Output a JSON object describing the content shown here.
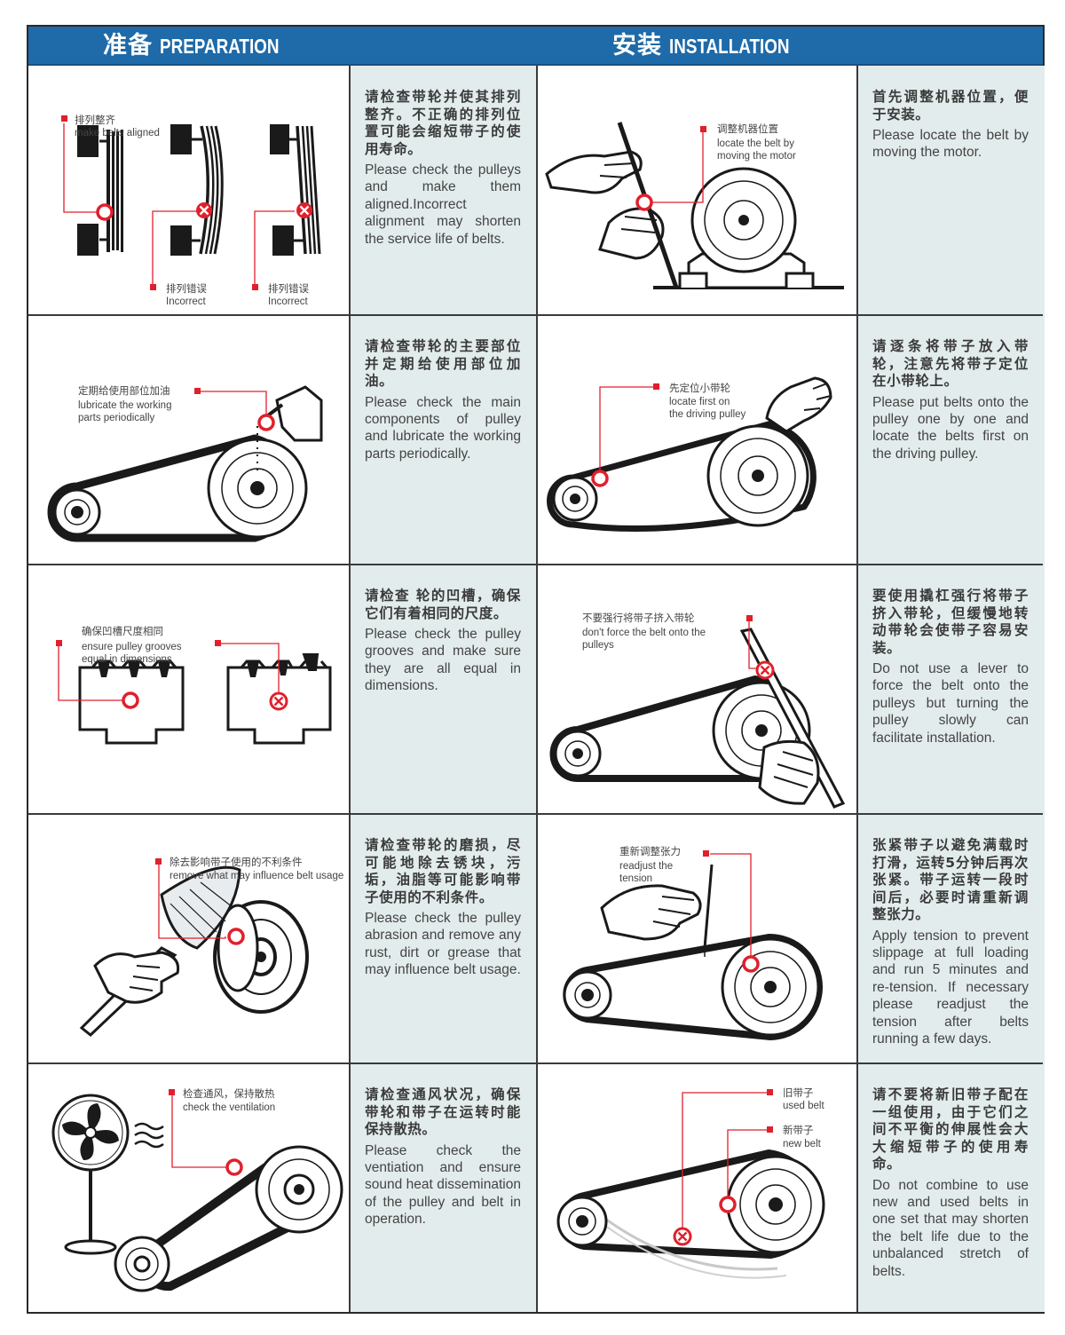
{
  "header": {
    "left_cn": "准备",
    "left_en": "PREPARATION",
    "right_cn": "安装",
    "right_en": "INSTALLATION"
  },
  "colors": {
    "header_bg": "#1f6aa8",
    "text_panel_bg": "#e3ecec",
    "marker_red": "#e0202c",
    "ink": "#1a1a1a"
  },
  "preparation": [
    {
      "cn": "请检查带轮并使其排列整齐。不正确的排列位置可能会缩短带子的使用寿命。",
      "en": "Please check the pulleys and make them aligned.Incorrect alignment may shorten the service life of belts.",
      "labels": [
        {
          "cn": "排列整齐",
          "en": "make belts aligned"
        },
        {
          "cn": "排列错误",
          "en": "Incorrect"
        },
        {
          "cn": "排列错误",
          "en": "Incorrect"
        }
      ]
    },
    {
      "cn": "请检查带轮的主要部位并定期给使用部位加油。",
      "en": "Please check the main components of pulley and lubricate the working parts periodically.",
      "labels": [
        {
          "cn": "定期给使用部位加油",
          "en1": "lubricate the working",
          "en2": "parts periodically"
        }
      ]
    },
    {
      "cn": "请检查 轮的凹槽，确保它们有着相同的尺度。",
      "en": "Please check the pulley grooves and make sure they are all equal in dimensions.",
      "labels": [
        {
          "cn": "确保凹槽尺度相同",
          "en1": "ensure pulley grooves",
          "en2": "equal in dimensions"
        }
      ]
    },
    {
      "cn": "请检查带轮的磨损，尽可能地除去锈块，污垢，油脂等可能影响带子使用的不利条件。",
      "en": "Please check the pulley abrasion and remove any rust, dirt or grease that may influence belt usage.",
      "labels": [
        {
          "cn": "除去影响带子使用的不利条件",
          "en": "remove what may influence belt usage"
        }
      ]
    },
    {
      "cn": "请检查通风状况，确保带轮和带子在运转时能保持散热。",
      "en": "Please check the ventiation and ensure sound heat dissemination of the pulley and belt in operation.",
      "labels": [
        {
          "cn": "检查通风，保持散热",
          "en": "check the ventilation"
        }
      ]
    }
  ],
  "installation": [
    {
      "cn": "首先调整机器位置，便于安装。",
      "en": "Please locate the belt by moving the motor.",
      "labels": [
        {
          "cn": "调整机器位置",
          "en1": "locate the belt by",
          "en2": "moving the motor"
        }
      ]
    },
    {
      "cn": "请逐条将带子放入带轮，注意先将带子定位在小带轮上。",
      "en": "Please put belts onto the pulley one by one and locate the belts first on the driving pulley.",
      "labels": [
        {
          "cn": "先定位小带轮",
          "en1": "locate first on",
          "en2": "the driving pulley"
        }
      ]
    },
    {
      "cn": "要使用撬杠强行将带子挤入带轮，但缓慢地转动带轮会使带子容易安装。",
      "en": "Do not use a lever to force the belt onto the pulleys but turning the pulley slowly can facilitate installation.",
      "labels": [
        {
          "cn": "不要强行将带子挤入带轮",
          "en1": "don't force the belt onto the",
          "en2": "pulleys"
        }
      ]
    },
    {
      "cn": "张紧带子以避免满载时打滑，运转5分钟后再次张紧。带子运转一段时间后，必要时请重新调整张力。",
      "en": "Apply tension to prevent slippage at full loading and run 5 minutes and re-tension. If necessary please readjust the tension after belts running a few days.",
      "labels": [
        {
          "cn": "重新调整张力",
          "en1": "readjust the",
          "en2": "tension"
        }
      ]
    },
    {
      "cn": "请不要将新旧带子配在一组使用，由于它们之间不平衡的伸展性会大大缩短带子的使用寿命。",
      "en": "Do not combine to use new and used belts in one set that may shorten the belt life due to the unbalanced stretch of belts.",
      "labels": [
        {
          "cn": "旧带子",
          "en": "used belt"
        },
        {
          "cn": "新带子",
          "en": "new belt"
        }
      ]
    }
  ]
}
